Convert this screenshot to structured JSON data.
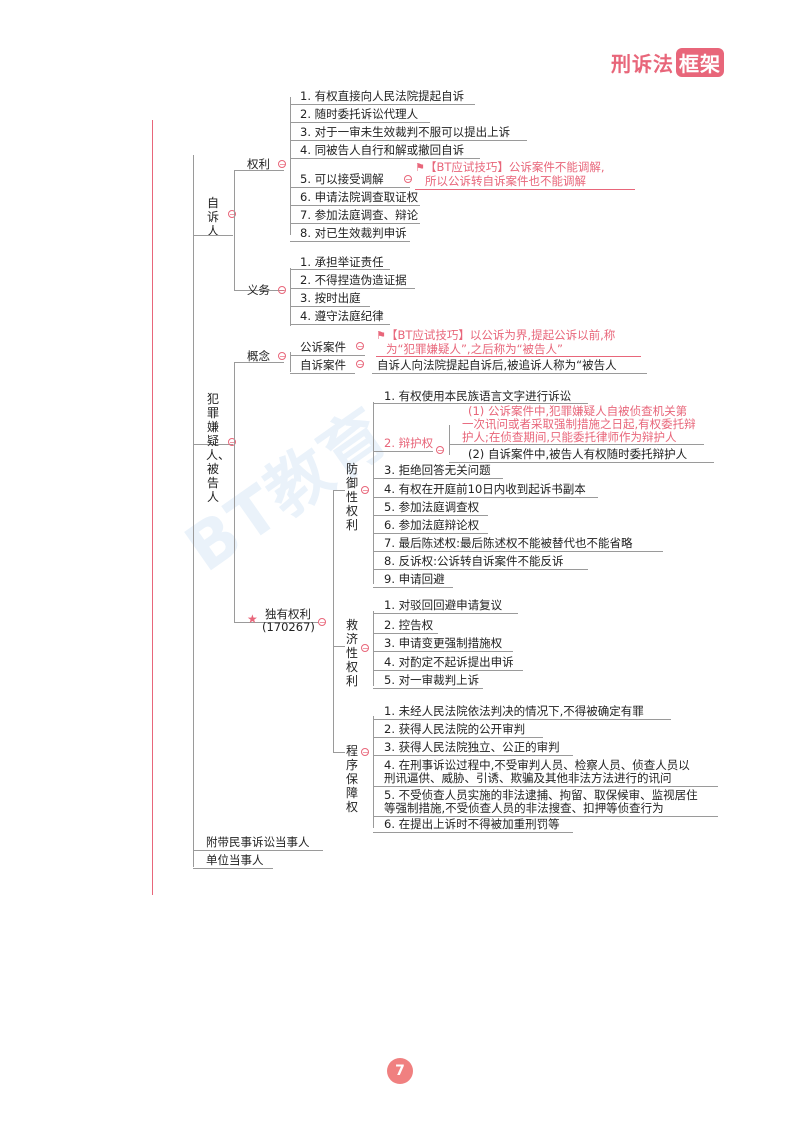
{
  "header": {
    "title_a": "刑诉法",
    "title_b": "框架"
  },
  "watermark": "BT教育",
  "page_number": "7",
  "nodes": {
    "zisu": "自诉人",
    "quanli": "权利",
    "quanli_items": [
      "1. 有权直接向人民法院提起自诉",
      "2. 随时委托诉讼代理人",
      "3. 对于一审未生效裁判不服可以提出上诉",
      "4. 同被告人自行和解或撤回自诉",
      "5. 可以接受调解",
      "6. 申请法院调查取证权",
      "7. 参加法庭调查、辩论",
      "8. 对已生效裁判申诉"
    ],
    "tip1_l1": "【BT应试技巧】公诉案件不能调解,",
    "tip1_l2": "所以公诉转自诉案件也不能调解",
    "yiwu": "义务",
    "yiwu_items": [
      "1. 承担举证责任",
      "2. 不得捏造伪造证据",
      "3. 按时出庭",
      "4. 遵守法庭纪律"
    ],
    "xianyi": "犯罪嫌疑人、被告人",
    "gainian": "概念",
    "gongsu": "公诉案件",
    "tip2_l1": "【BT应试技巧】以公诉为界,提起公诉以前,称",
    "tip2_l2": "为“犯罪嫌疑人”,之后称为“被告人”",
    "zisuanjian": "自诉案件",
    "zisuanjian_text": "自诉人向法院提起自诉后,被追诉人称为“被告人",
    "duyou": "独有权利",
    "duyou_code": "(170267)",
    "fangyu": "防御性权利",
    "fangyu_items": [
      "1. 有权使用本民族语言文字进行诉讼",
      "2. 辩护权",
      "3. 拒绝回答无关问题",
      "4. 有权在开庭前10日内收到起诉书副本",
      "5. 参加法庭调查权",
      "6. 参加法庭辩论权",
      "7. 最后陈述权:最后陈述权不能被替代也不能省略",
      "8. 反诉权:公诉转自诉案件不能反诉",
      "9. 申请回避"
    ],
    "bianhu1_l1": "(1) 公诉案件中,犯罪嫌疑人自被侦查机关第",
    "bianhu1_l2": "一次讯问或者采取强制措施之日起,有权委托辩",
    "bianhu1_l3": "护人;在侦查期间,只能委托律师作为辩护人",
    "bianhu2": "(2) 自诉案件中,被告人有权随时委托辩护人",
    "jiuji": "救济性权利",
    "jiuji_items": [
      "1. 对驳回回避申请复议",
      "2. 控告权",
      "3. 申请变更强制措施权",
      "4. 对酌定不起诉提出申诉",
      "5. 对一审裁判上诉"
    ],
    "chengxu": "程序保障权",
    "chengxu_items": [
      "1. 未经人民法院依法判决的情况下,不得被确定有罪",
      "2. 获得人民法院的公开审判",
      "3. 获得人民法院独立、公正的审判",
      "4. 在刑事诉讼过程中,不受审判人员、检察人员、侦查人员以",
      "刑讯逼供、威胁、引诱、欺骗及其他非法方法进行的讯问",
      "5. 不受侦查人员实施的非法逮捕、拘留、取保候审、监视居住",
      "等强制措施,不受侦查人员的非法搜查、扣押等侦查行为",
      "6. 在提出上诉时不得被加重刑罚等"
    ],
    "fudai": "附带民事诉讼当事人",
    "danwei": "单位当事人"
  }
}
